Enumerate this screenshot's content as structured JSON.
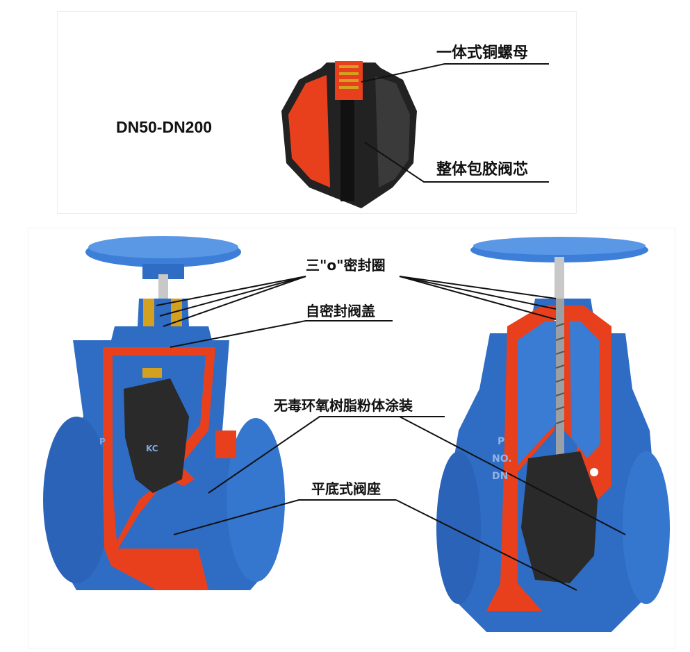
{
  "top_panel": {
    "size_range": "DN50-DN200",
    "labels": {
      "copper_nut": "一体式铜螺母",
      "rubber_core": "整体包胶阀芯"
    }
  },
  "bottom_panel": {
    "labels": {
      "o_rings": "三\"o\"密封圈",
      "bonnet": "自密封阀盖",
      "coating": "无毒环氧树脂粉体涂装",
      "seat": "平底式阀座"
    },
    "casting_marks_left": [
      "P",
      "KC"
    ],
    "casting_marks_right": [
      "P",
      "NO.",
      "DN"
    ]
  },
  "colors": {
    "valve_blue": "#2f6cc4",
    "cut_red": "#e8401c",
    "rubber_black": "#2a2a2a",
    "brass": "#d4a020"
  }
}
